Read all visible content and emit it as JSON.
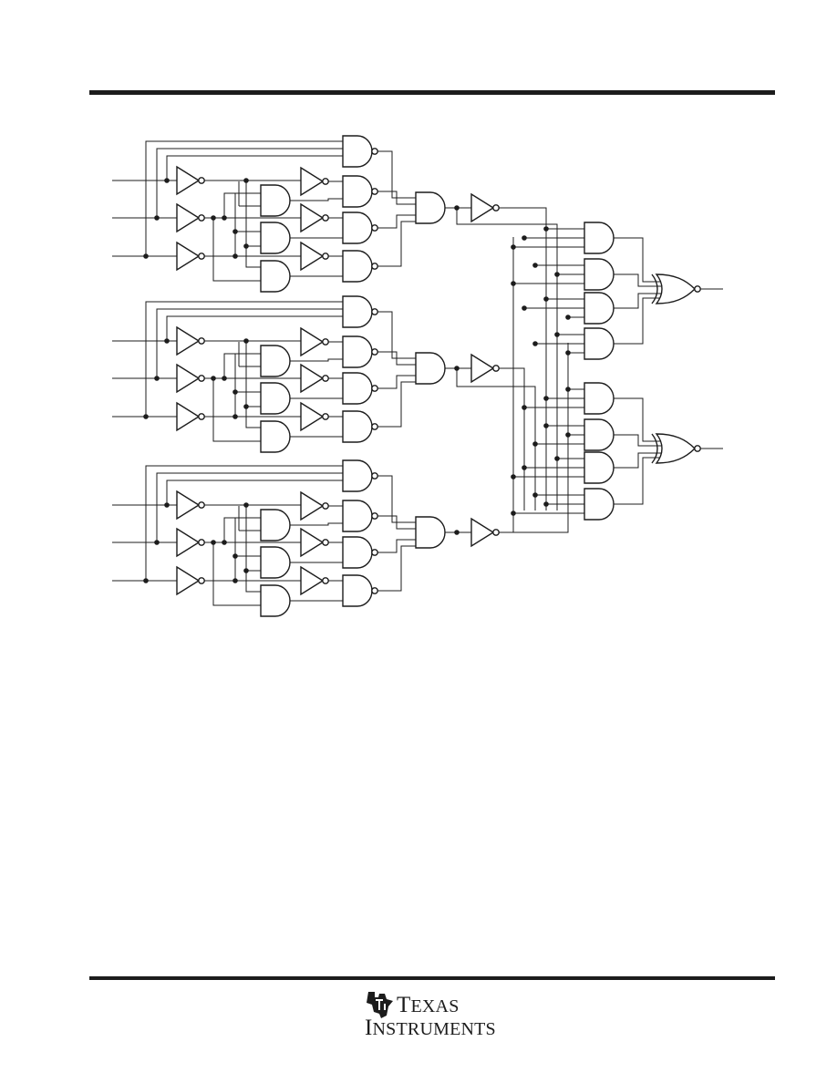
{
  "footer": {
    "logo": {
      "line1_first": "T",
      "line1_rest": "EXAS",
      "line2_first": "I",
      "line2_rest": "NSTRUMENTS"
    }
  },
  "diagram": {
    "sections": 3,
    "gates": {
      "input_buffers_per_section": 3,
      "and_gates_per_section": 3,
      "inverters_per_section": 3,
      "nand_gates_per_section": 4,
      "collector_nand_per_section": 1,
      "output_inverter_per_section": 1,
      "decode_and_gates": 8,
      "output_xor_gates": 2
    }
  }
}
